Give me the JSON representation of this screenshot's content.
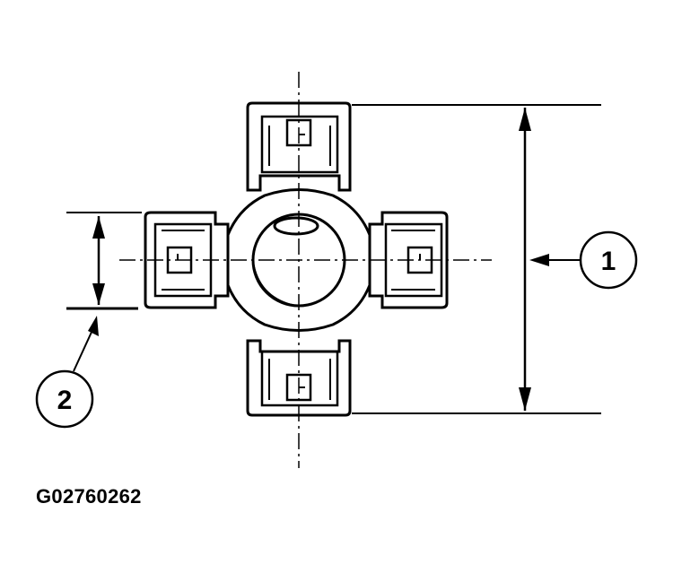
{
  "callouts": {
    "dim_1": "1",
    "dim_2": "2"
  },
  "figure_code": "G02760262",
  "colors": {
    "ink": "#000000",
    "paper": "#ffffff"
  }
}
